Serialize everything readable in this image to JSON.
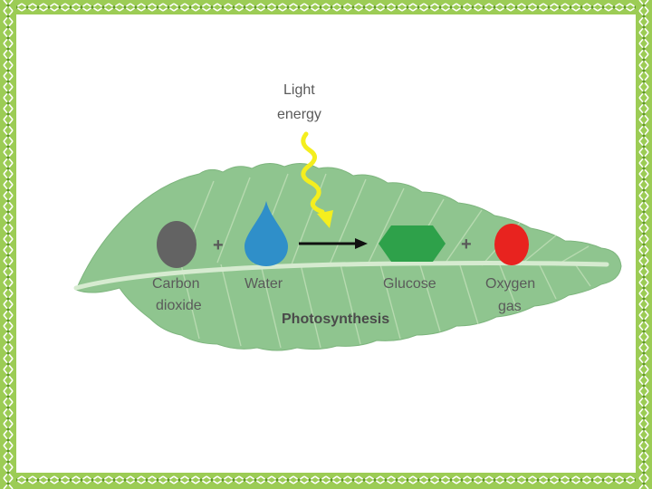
{
  "diagram": {
    "light_label_line1": "Light",
    "light_label_line2": "energy",
    "plus_1": "+",
    "plus_2": "+",
    "carbon_label_line1": "Carbon",
    "carbon_label_line2": "dioxide",
    "water_label": "Water",
    "glucose_label": "Glucose",
    "oxygen_label_line1": "Oxygen",
    "oxygen_label_line2": "gas",
    "process_label": "Photosynthesis"
  },
  "colors": {
    "border_green": "#8cbf3e",
    "leaf_fill": "#8fc58f",
    "leaf_vein": "#c9e3c2",
    "carbon_dioxide": "#636363",
    "water": "#2f8fc9",
    "glucose": "#2ea14a",
    "oxygen": "#e8231f",
    "light_ray": "#f4ee1e"
  }
}
